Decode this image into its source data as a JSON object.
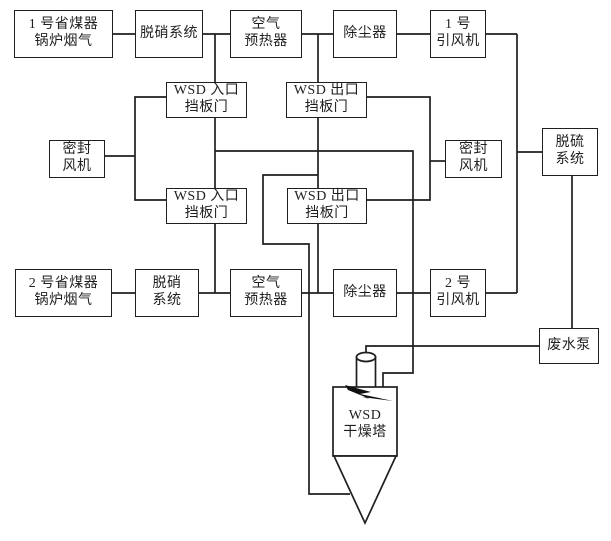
{
  "diagram": {
    "background_color": "#ffffff",
    "line_color": "#1f1f1f",
    "nodes": {
      "boiler1": {
        "line1": "1 号省煤器",
        "line2": "锅炉烟气"
      },
      "denox1": {
        "line1": "脱硝系统"
      },
      "preheater1": {
        "line1": "空气",
        "line2": "预热器"
      },
      "dust1": {
        "line1": "除尘器"
      },
      "fan1": {
        "line1": "1 号",
        "line2": "引风机"
      },
      "wsd_inlet_damper1": {
        "line1": "WSD 入口",
        "line2": "挡板门"
      },
      "wsd_outlet_damper1": {
        "line1": "WSD 出口",
        "line2": "挡板门"
      },
      "seal_fan_left": {
        "line1": "密封",
        "line2": "风机"
      },
      "seal_fan_right": {
        "line1": "密封",
        "line2": "风机"
      },
      "desulfurization": {
        "line1": "脱硫",
        "line2": "系统"
      },
      "wsd_inlet_damper2": {
        "line1": "WSD 入口",
        "line2": "挡板门"
      },
      "wsd_outlet_damper2": {
        "line1": "WSD 出口",
        "line2": "挡板门"
      },
      "boiler2": {
        "line1": "2 号省煤器",
        "line2": "锅炉烟气"
      },
      "denox2": {
        "line1": "脱硝",
        "line2": "系统"
      },
      "preheater2": {
        "line1": "空气",
        "line2": "预热器"
      },
      "dust2": {
        "line1": "除尘器"
      },
      "fan2": {
        "line1": "2 号",
        "line2": "引风机"
      },
      "waste_pump": {
        "line1": "废水泵"
      },
      "wsd_dry_tower": {
        "line1": "WSD",
        "line2": "干燥塔"
      }
    }
  }
}
